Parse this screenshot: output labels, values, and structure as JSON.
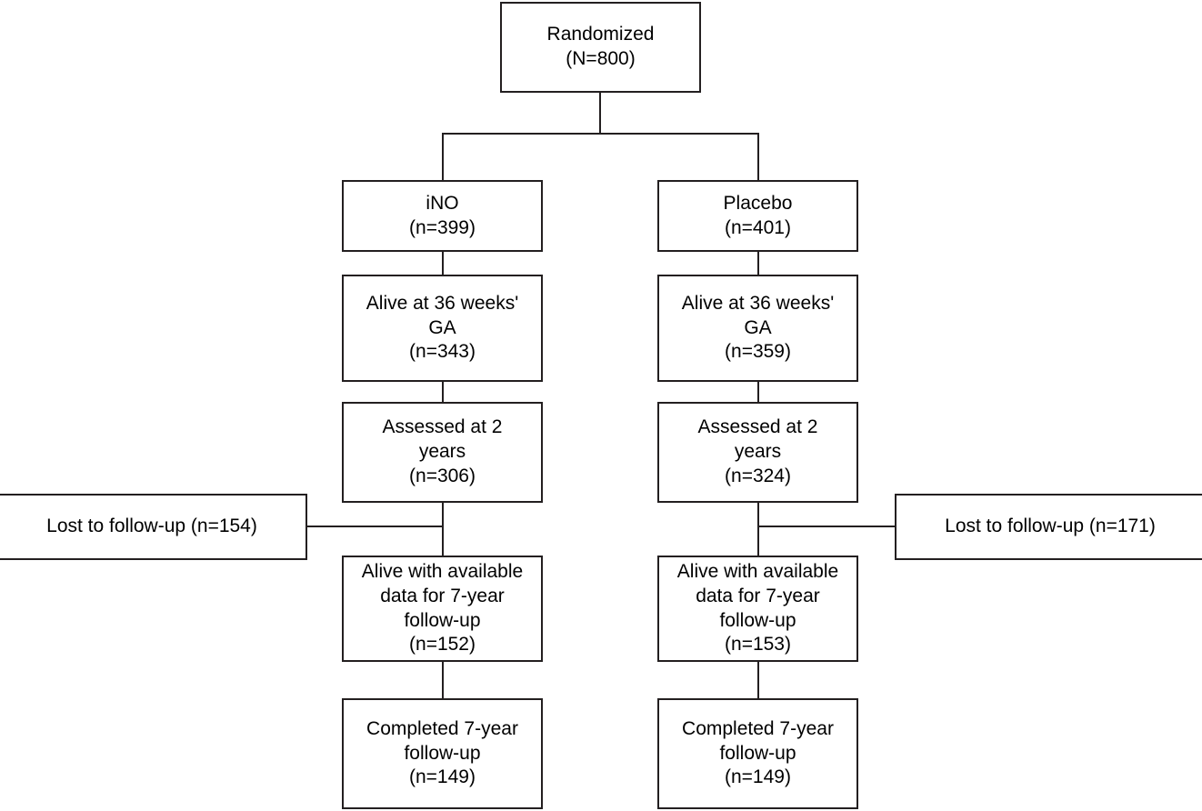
{
  "diagram": {
    "type": "consort-flow-diagram",
    "title": "Randomized trial participant flow",
    "line_color": "#231f20",
    "background_color": "#ffffff",
    "nodes": {
      "randomized": {
        "label": "Randomized\n(N=800)",
        "line1": "Randomized",
        "count_text": "(N=800)",
        "count": 800
      },
      "ino_arm": {
        "label": "iNO\n(n=399)",
        "line1": "iNO",
        "count_text": "(n=399)",
        "count": 399
      },
      "placebo_arm": {
        "label": "Placebo\n(n=401)",
        "line1": "Placebo",
        "count_text": "(n=401)",
        "count": 401
      },
      "ino_alive36": {
        "label": "Alive at 36 weeks'\nGA\n(n=343)",
        "count_text": "(n=343)",
        "count": 343
      },
      "placebo_alive36": {
        "label": "Alive at 36 weeks'\nGA\n(n=359)",
        "count_text": "(n=359)",
        "count": 359
      },
      "ino_assessed2y": {
        "label": "Assessed at 2\nyears\n(n=306)",
        "count_text": "(n=306)",
        "count": 306
      },
      "placebo_assessed2y": {
        "label": "Assessed at 2\nyears\n(n=324)",
        "count_text": "(n=324)",
        "count": 324
      },
      "ino_lost": {
        "label": "Lost to follow-up (n=154)",
        "count_text": "(n=154)",
        "count": 154
      },
      "placebo_lost": {
        "label": "Lost to follow-up (n=171)",
        "count_text": "(n=171)",
        "count": 171
      },
      "ino_alive7y": {
        "label": "Alive with available\ndata for 7-year\nfollow-up\n(n=152)",
        "count_text": "(n=152)",
        "count": 152
      },
      "placebo_alive7y": {
        "label": "Alive with available\ndata for 7-year\nfollow-up\n(n=153)",
        "count_text": "(n=153)",
        "count": 153
      },
      "ino_completed7y": {
        "label": "Completed 7-year\nfollow-up\n(n=149)",
        "count_text": "(n=149)",
        "count": 149
      },
      "placebo_completed7y": {
        "label": "Completed 7-year\nfollow-up\n(n=149)",
        "count_text": "(n=149)",
        "count": 149
      }
    }
  }
}
